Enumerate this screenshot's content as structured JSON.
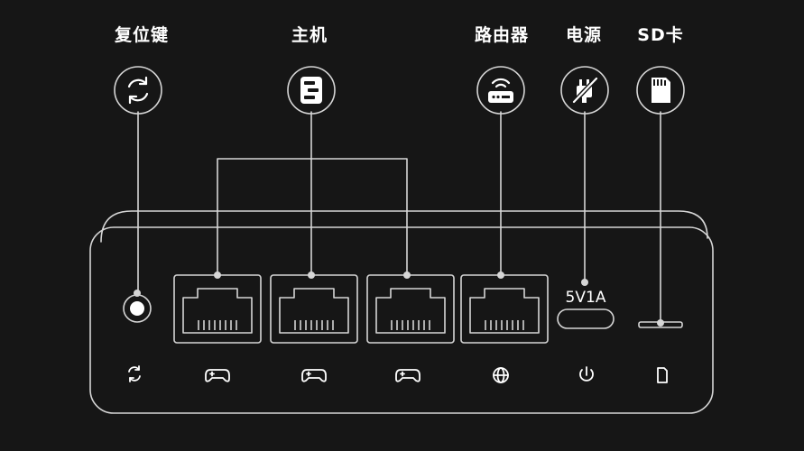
{
  "labels": {
    "reset": "复位键",
    "host": "主机",
    "router": "路由器",
    "power": "电源",
    "sd": "SD卡"
  },
  "power_spec": "5V1A",
  "icons": {
    "reset": "refresh-icon",
    "host": "server-icon",
    "router": "router-icon",
    "power": "no-plug-icon",
    "sd": "sd-card-icon",
    "bottom": [
      "refresh-icon",
      "gamepad-icon",
      "gamepad-icon",
      "gamepad-icon",
      "globe-icon",
      "power-icon",
      "sd-card-icon"
    ]
  },
  "colors": {
    "background": "#161616",
    "line": "#d6d6d6",
    "text": "#ffffff"
  }
}
